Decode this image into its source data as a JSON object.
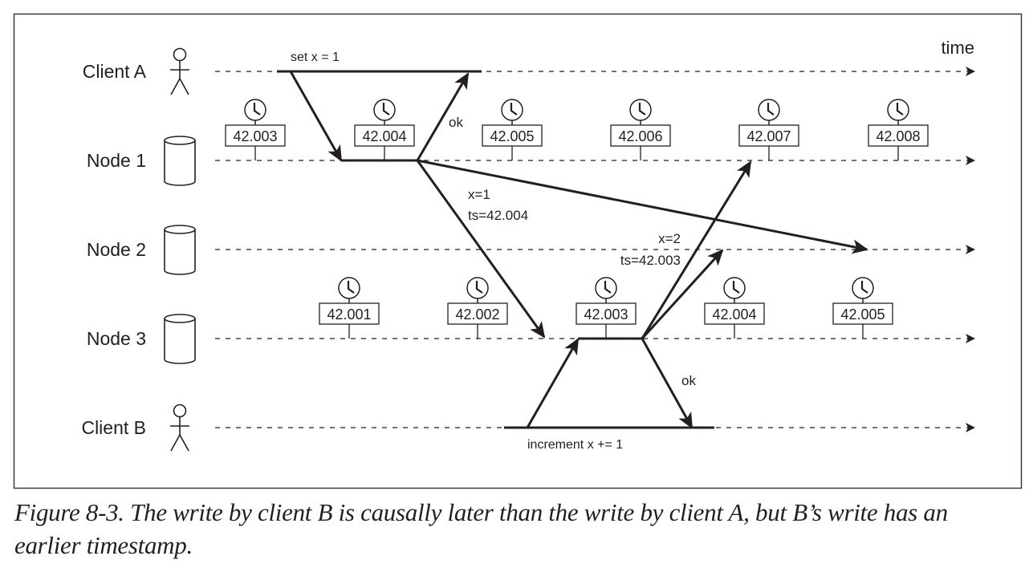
{
  "figure": {
    "time_label": "time",
    "caption": "Figure 8-3. The write by client B is causally later than the write by client A, but B’s write has an earlier timestamp.",
    "ink_color": "#231f20",
    "frame_color": "#3a3a3a"
  },
  "lanes": [
    {
      "id": "client-a",
      "label": "Client A",
      "kind": "person"
    },
    {
      "id": "node-1",
      "label": "Node 1",
      "kind": "database"
    },
    {
      "id": "node-2",
      "label": "Node 2",
      "kind": "database"
    },
    {
      "id": "node-3",
      "label": "Node 3",
      "kind": "database"
    },
    {
      "id": "client-b",
      "label": "Client B",
      "kind": "person"
    }
  ],
  "clocks": {
    "node-1": [
      "42.003",
      "42.004",
      "42.005",
      "42.006",
      "42.007",
      "42.008"
    ],
    "node-3": [
      "42.001",
      "42.002",
      "42.003",
      "42.004",
      "42.005"
    ]
  },
  "messages": [
    {
      "from": "client-a",
      "to": "node-1",
      "label": ""
    },
    {
      "from": "node-1",
      "to": "client-a",
      "label": "ok"
    },
    {
      "from": "node-1",
      "to": "node-3",
      "label": "x=1",
      "label2": "ts=42.004"
    },
    {
      "from": "node-1",
      "to": "node-2",
      "label": ""
    },
    {
      "from": "client-b",
      "to": "node-3",
      "label": ""
    },
    {
      "from": "node-3",
      "to": "node-1",
      "label": ""
    },
    {
      "from": "node-3",
      "to": "node-2",
      "label": "x=2",
      "label2": "ts=42.003"
    },
    {
      "from": "node-3",
      "to": "client-b",
      "label": "ok"
    }
  ],
  "operations": {
    "client_a": "set x = 1",
    "client_b": "increment x += 1"
  }
}
